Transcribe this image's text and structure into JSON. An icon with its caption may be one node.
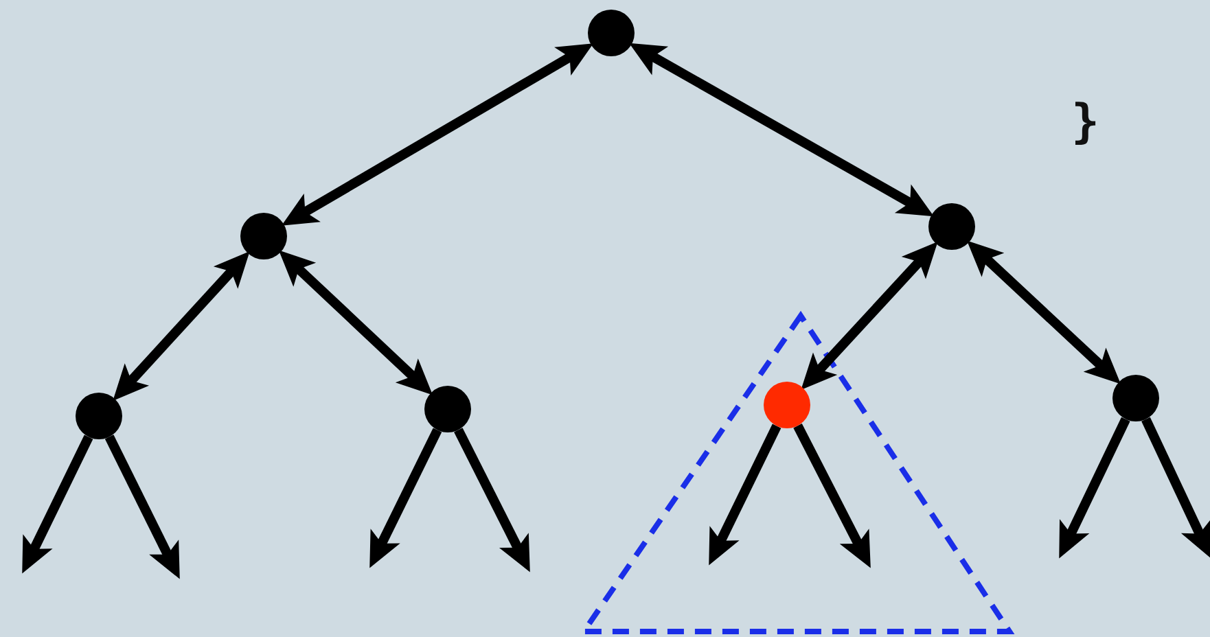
{
  "diagram": {
    "nodes": [
      {
        "text": [],
        "shape": "circle"
      },
      {
        "text": [],
        "shape": "circle"
      },
      {
        "text": [],
        "shape": "circle"
      },
      {
        "text": [],
        "shape": "circle"
      },
      {
        "text": [],
        "shape": "circle"
      },
      {
        "text": [],
        "shape": "circle"
      },
      {
        "text": [],
        "shape": "circle"
      }
    ],
    "edges": [
      {
        "from": 0,
        "to": 1,
        "arrow": "both"
      },
      {
        "from": 0,
        "to": 2,
        "arrow": "both"
      },
      {
        "from": 1,
        "to": 3,
        "arrow": "both"
      },
      {
        "from": 1,
        "to": 4,
        "arrow": "both"
      },
      {
        "from": 2,
        "to": 5,
        "arrow": "both"
      },
      {
        "from": 2,
        "to": 6,
        "arrow": "both"
      },
      {
        "from": 3,
        "to": null,
        "arrow": "to"
      },
      {
        "from": 3,
        "to": null,
        "arrow": "to"
      },
      {
        "from": 4,
        "to": null,
        "arrow": "to"
      },
      {
        "from": 4,
        "to": null,
        "arrow": "to"
      },
      {
        "from": 5,
        "to": null,
        "arrow": "to"
      },
      {
        "from": 5,
        "to": null,
        "arrow": "to"
      },
      {
        "from": 6,
        "to": null,
        "arrow": "to"
      },
      {
        "from": 6,
        "to": null,
        "arrow": "to"
      }
    ],
    "labels": [
      "}"
    ]
  }
}
